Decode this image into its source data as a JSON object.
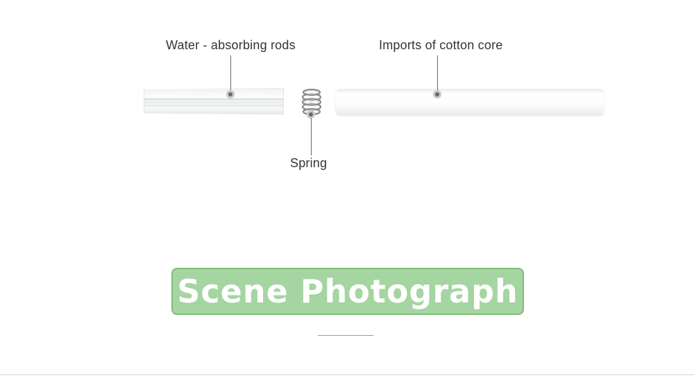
{
  "callouts": {
    "rod_label": "Water - absorbing rods",
    "core_label": "Imports of cotton core",
    "spring_label": "Spring"
  },
  "banner": {
    "title": "Scene Photograph"
  },
  "colors": {
    "banner_fill": "#a5d5a1",
    "banner_border": "#7fbc7a",
    "accent_line": "#6cbf6a",
    "label_text": "#333333"
  }
}
